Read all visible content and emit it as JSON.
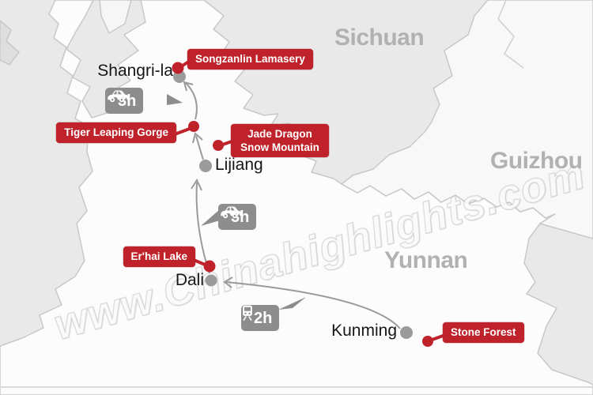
{
  "watermark": "www.Chinahighlights.com",
  "regions": [
    {
      "name": "Sichuan"
    },
    {
      "name": "Guizhou"
    },
    {
      "name": "Yunnan"
    }
  ],
  "cities": [
    {
      "name": "Shangri-la"
    },
    {
      "name": "Lijiang"
    },
    {
      "name": "Dali"
    },
    {
      "name": "Kunming"
    }
  ],
  "attractions": [
    {
      "name": "Songzanlin Lamasery"
    },
    {
      "name": "Tiger Leaping Gorge"
    },
    {
      "name": "Jade Dragon Snow Mountain"
    },
    {
      "name": "Er'hai Lake"
    },
    {
      "name": "Stone Forest"
    }
  ],
  "transfers": [
    {
      "mode": "car",
      "duration": "3h"
    },
    {
      "mode": "car",
      "duration": "3h"
    },
    {
      "mode": "train",
      "duration": "2h"
    }
  ],
  "colors": {
    "attraction_red": "#bf222a",
    "transfer_gray": "#8d8d8d",
    "route_gray": "#9a9a9a",
    "region_label_gray": "#b1b1b1"
  }
}
